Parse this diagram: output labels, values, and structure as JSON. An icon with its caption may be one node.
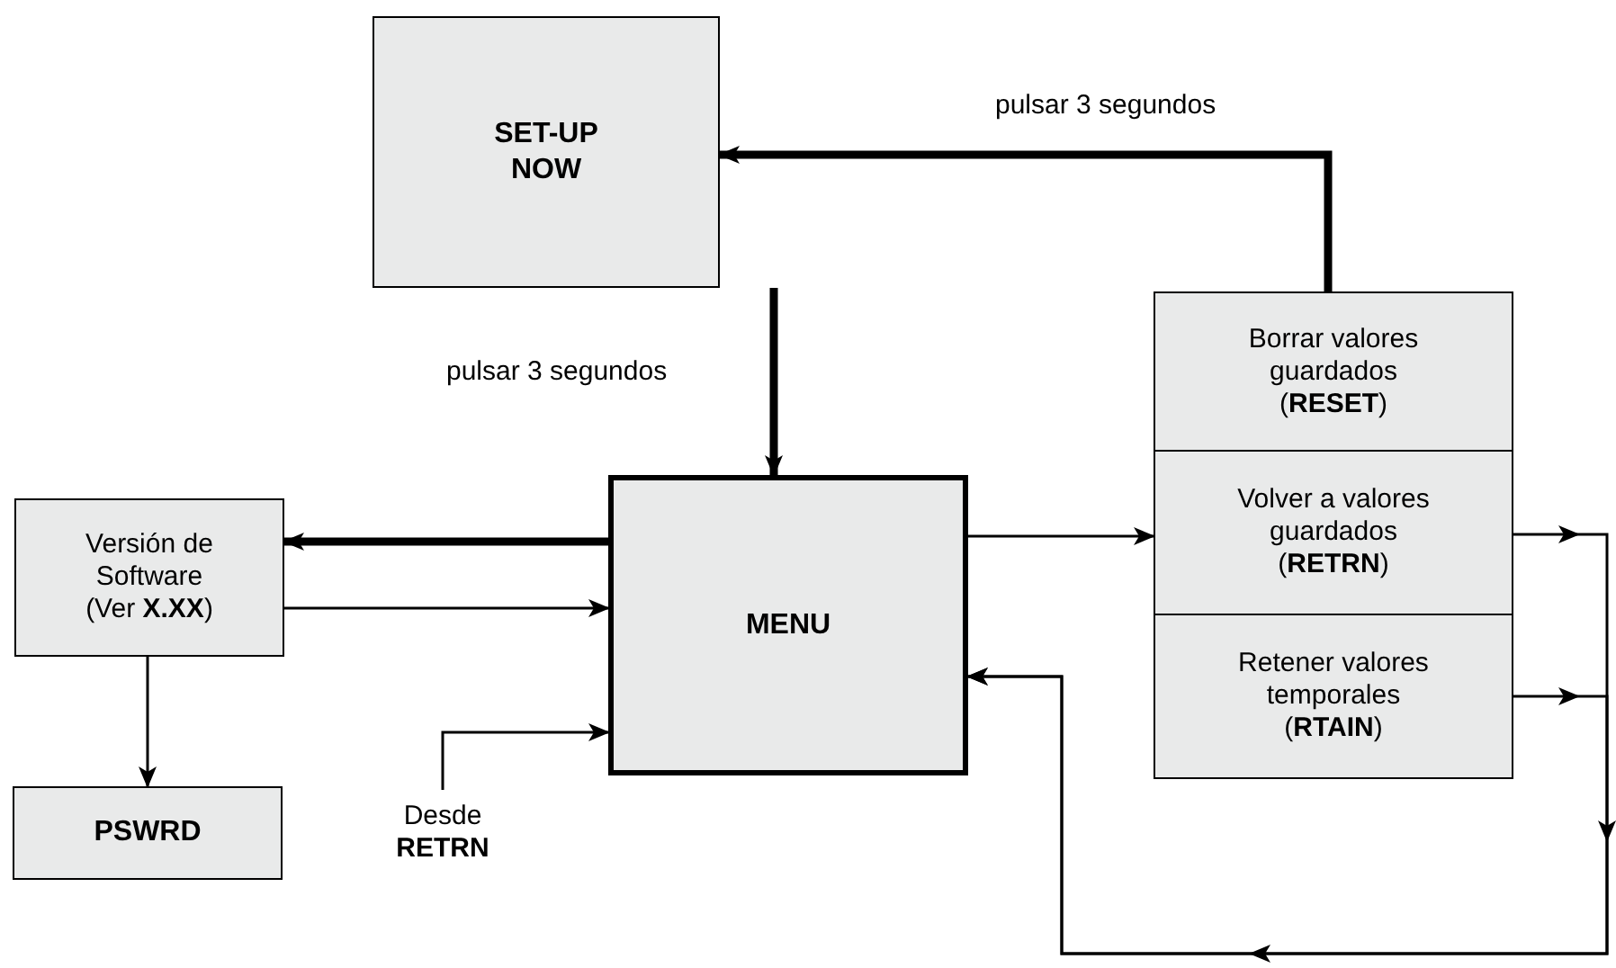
{
  "diagram": {
    "nodes": [
      {
        "text": [
          "SET-UP NOW"
        ]
      },
      {
        "text": [
          "MENU"
        ]
      },
      {
        "text": [
          "Versión de Software (Ver **X.XX**)"
        ]
      },
      {
        "text": [
          "PSWRD"
        ]
      },
      {
        "text": [
          "Desde **RETRN**"
        ]
      },
      {
        "text": [
          "Borrar valores guardados (**RESET**)"
        ]
      },
      {
        "text": [
          "Volver a valores guardados (**RETRN**)"
        ]
      },
      {
        "text": [
          "Retener valores temporales (**RTAIN**)"
        ]
      }
    ],
    "edges": [
      {
        "from": 0,
        "to": 1,
        "arrow": "to",
        "label": "pulsar 3 segundos",
        "style": "thick"
      },
      {
        "from": 5,
        "to": 0,
        "arrow": "to",
        "label": "pulsar 3 segundos",
        "style": "thick"
      },
      {
        "from": 1,
        "to": 2,
        "arrow": "to",
        "style": "thick"
      },
      {
        "from": 2,
        "to": 1,
        "arrow": "to"
      },
      {
        "from": 2,
        "to": 3,
        "arrow": "to"
      },
      {
        "from": 4,
        "to": 1,
        "arrow": "to"
      },
      {
        "from": 1,
        "to": 6,
        "arrow": "to"
      },
      {
        "from": 6,
        "to": 1,
        "arrow": "to"
      },
      {
        "from": 7,
        "to": 1,
        "arrow": "to"
      }
    ]
  }
}
